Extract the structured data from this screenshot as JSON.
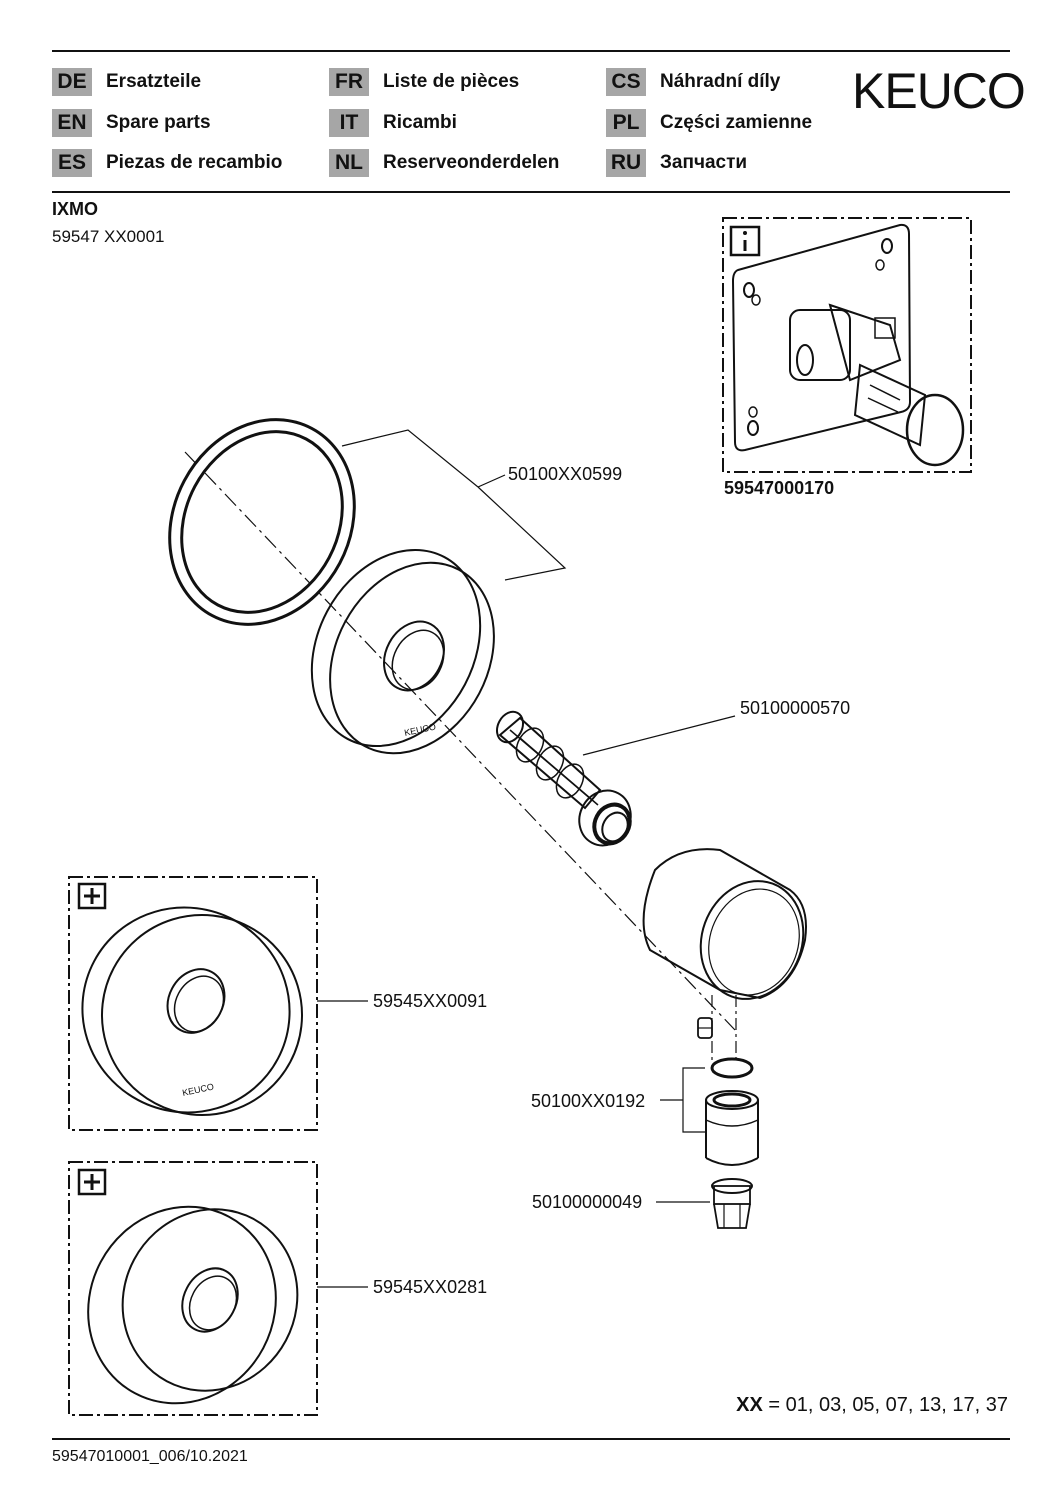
{
  "brand": "KEUCO",
  "languages": [
    {
      "code": "DE",
      "label": "Ersatzteile"
    },
    {
      "code": "EN",
      "label": "Spare parts"
    },
    {
      "code": "ES",
      "label": "Piezas de recambio"
    },
    {
      "code": "FR",
      "label": "Liste de pièces"
    },
    {
      "code": "IT",
      "label": "Ricambi"
    },
    {
      "code": "NL",
      "label": "Reserveonderdelen"
    },
    {
      "code": "CS",
      "label": "Náhradní díly"
    },
    {
      "code": "PL",
      "label": "Części zamienne"
    },
    {
      "code": "RU",
      "label": "Запчасти"
    }
  ],
  "product": {
    "name": "IXMO",
    "code": "59547 XX0001"
  },
  "info_box": {
    "icon": "info-icon",
    "code": "59547000170"
  },
  "parts": {
    "seal_ring": "50100XX0599",
    "extension": "50100000570",
    "handle_cartridge": "50100XX0192",
    "insert": "50100000049",
    "option_rosette_flat": "59545XX0091",
    "option_rosette_deep": "59545XX0281"
  },
  "option_icon": "plus-box-icon",
  "rosette_logo": "KEUCO",
  "xx_note": {
    "key": "XX",
    "equals": " = ",
    "values": "01, 03, 05, 07, 13, 17, 37"
  },
  "footer": "59547010001_006/10.2021"
}
